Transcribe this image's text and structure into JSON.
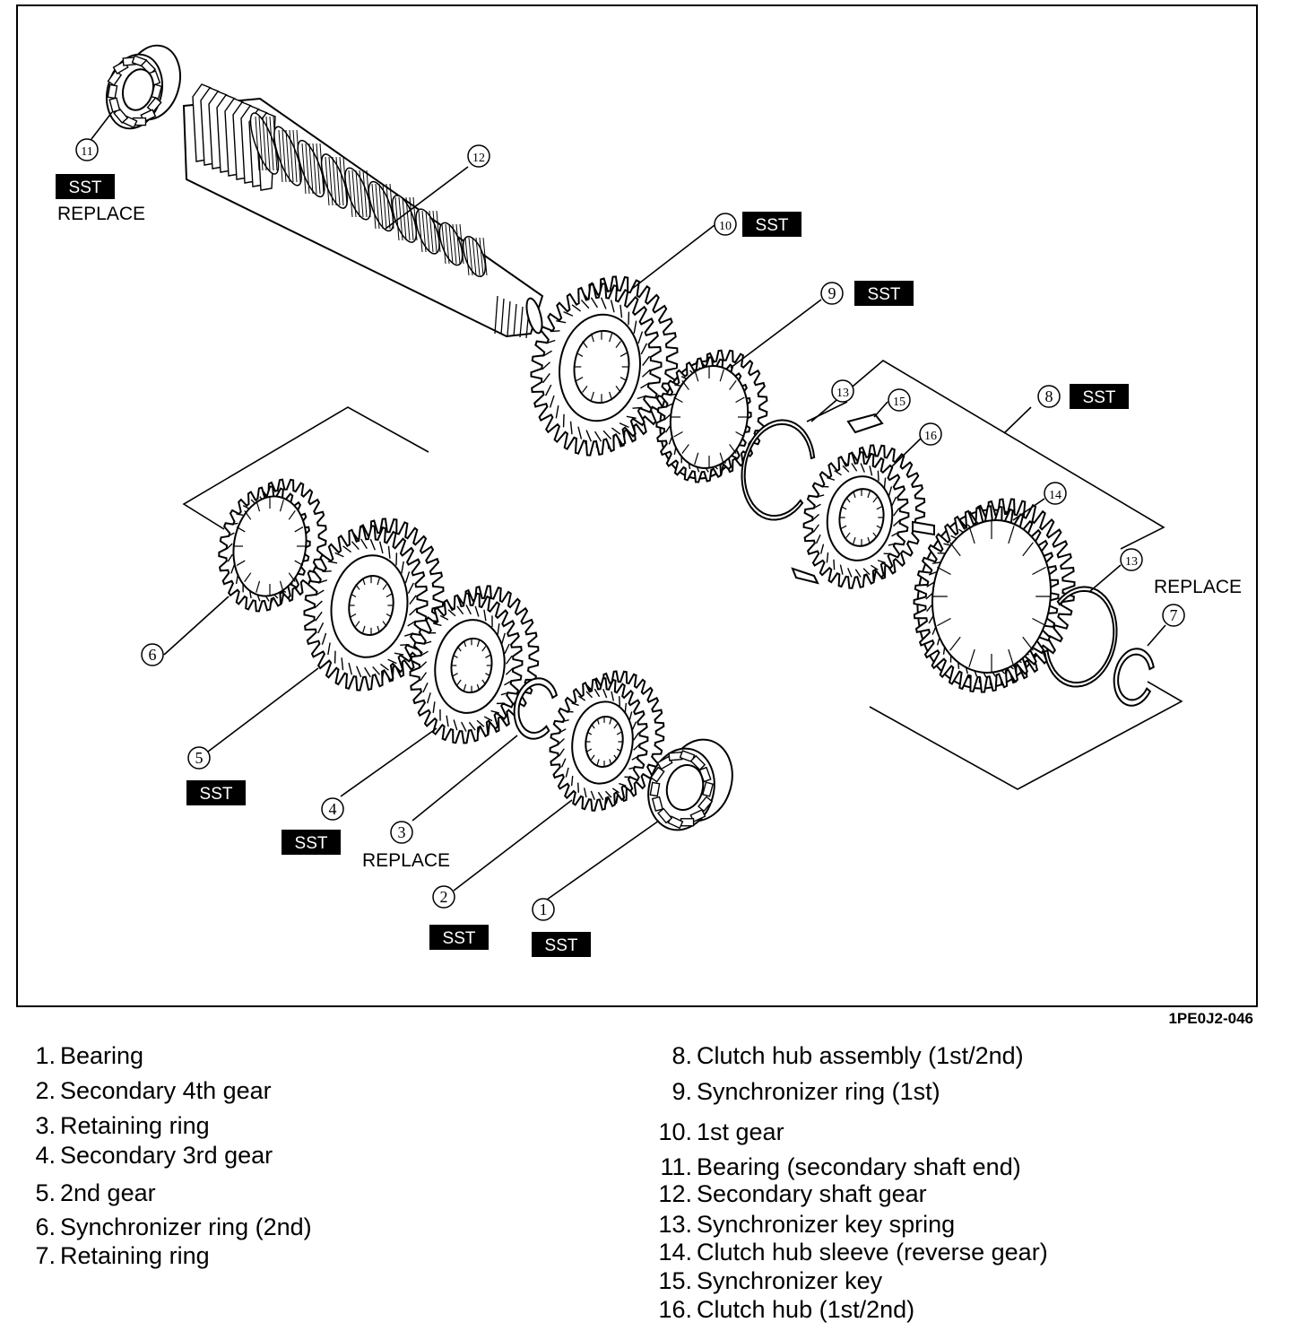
{
  "figure_id": "1PE0J2-046",
  "tags": {
    "sst": "SST",
    "replace": "REPLACE"
  },
  "callouts": [
    "1",
    "2",
    "3",
    "4",
    "5",
    "6",
    "7",
    "8",
    "9",
    "10",
    "11",
    "12",
    "13",
    "14",
    "15",
    "16"
  ],
  "legend": [
    {
      "num": "1.",
      "label": "Bearing"
    },
    {
      "num": "2.",
      "label": "Secondary 4th gear"
    },
    {
      "num": "3.",
      "label": "Retaining ring"
    },
    {
      "num": "4.",
      "label": "Secondary 3rd gear"
    },
    {
      "num": "5.",
      "label": "2nd gear"
    },
    {
      "num": "6.",
      "label": "Synchronizer ring (2nd)"
    },
    {
      "num": "7.",
      "label": "Retaining ring"
    },
    {
      "num": "8.",
      "label": "Clutch hub assembly (1st/2nd)"
    },
    {
      "num": "9.",
      "label": "Synchronizer ring (1st)"
    },
    {
      "num": "10.",
      "label": "1st gear"
    },
    {
      "num": "11.",
      "label": "Bearing (secondary shaft end)"
    },
    {
      "num": "12.",
      "label": "Secondary shaft gear"
    },
    {
      "num": "13.",
      "label": "Synchronizer key spring"
    },
    {
      "num": "14.",
      "label": "Clutch hub sleeve (reverse gear)"
    },
    {
      "num": "15.",
      "label": "Synchronizer key"
    },
    {
      "num": "16.",
      "label": "Clutch hub (1st/2nd)"
    }
  ]
}
